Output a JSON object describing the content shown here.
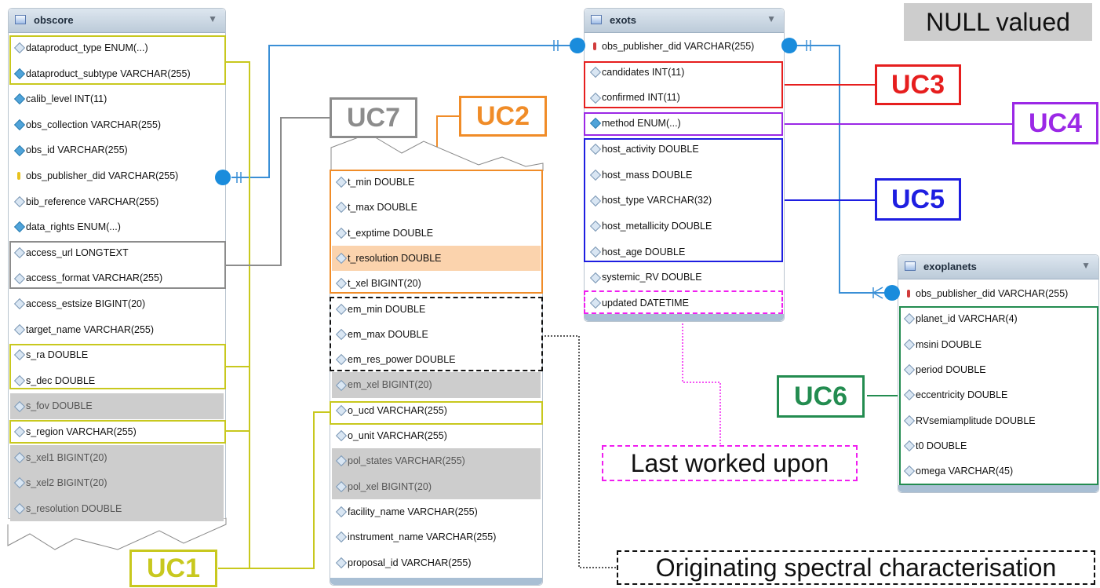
{
  "tables": {
    "obscore": {
      "title": "obscore",
      "arrow": "▼",
      "columns": [
        {
          "name": "dataproduct_type ENUM(...)",
          "icon": "attribute"
        },
        {
          "name": "dataproduct_subtype VARCHAR(255)",
          "icon": "attribute-indexed"
        },
        {
          "name": "calib_level INT(11)",
          "icon": "attribute-indexed"
        },
        {
          "name": "obs_collection VARCHAR(255)",
          "icon": "attribute-indexed"
        },
        {
          "name": "obs_id VARCHAR(255)",
          "icon": "attribute-indexed"
        },
        {
          "name": "obs_publisher_did VARCHAR(255)",
          "icon": "primary-key"
        },
        {
          "name": "bib_reference VARCHAR(255)",
          "icon": "attribute"
        },
        {
          "name": "data_rights ENUM(...)",
          "icon": "attribute-indexed"
        },
        {
          "name": "access_url LONGTEXT",
          "icon": "attribute"
        },
        {
          "name": "access_format VARCHAR(255)",
          "icon": "attribute"
        },
        {
          "name": "access_estsize BIGINT(20)",
          "icon": "attribute"
        },
        {
          "name": "target_name VARCHAR(255)",
          "icon": "attribute"
        },
        {
          "name": "s_ra DOUBLE",
          "icon": "attribute"
        },
        {
          "name": "s_dec DOUBLE",
          "icon": "attribute"
        },
        {
          "name": "s_fov DOUBLE",
          "icon": "attribute",
          "null": true
        },
        {
          "name": "s_region VARCHAR(255)",
          "icon": "attribute"
        },
        {
          "name": "s_xel1 BIGINT(20)",
          "icon": "attribute",
          "null": true
        },
        {
          "name": "s_xel2 BIGINT(20)",
          "icon": "attribute",
          "null": true
        },
        {
          "name": "s_resolution DOUBLE",
          "icon": "attribute",
          "null": true
        }
      ]
    },
    "obscore_cont": {
      "columns": [
        {
          "name": "t_min DOUBLE"
        },
        {
          "name": "t_max DOUBLE"
        },
        {
          "name": "t_exptime DOUBLE"
        },
        {
          "name": "t_resolution DOUBLE",
          "highlight": true
        },
        {
          "name": "t_xel BIGINT(20)"
        },
        {
          "name": "em_min DOUBLE"
        },
        {
          "name": "em_max DOUBLE"
        },
        {
          "name": "em_res_power DOUBLE"
        },
        {
          "name": "em_xel BIGINT(20)",
          "null": true
        },
        {
          "name": "o_ucd VARCHAR(255)"
        },
        {
          "name": "o_unit VARCHAR(255)"
        },
        {
          "name": "pol_states VARCHAR(255)",
          "null": true
        },
        {
          "name": "pol_xel BIGINT(20)",
          "null": true
        },
        {
          "name": "facility_name VARCHAR(255)"
        },
        {
          "name": "instrument_name VARCHAR(255)"
        },
        {
          "name": "proposal_id VARCHAR(255)"
        }
      ]
    },
    "exots": {
      "title": "exots",
      "arrow": "▼",
      "columns": [
        {
          "name": "obs_publisher_did VARCHAR(255)",
          "icon": "foreign-key"
        },
        {
          "name": "candidates INT(11)",
          "icon": "attribute"
        },
        {
          "name": "confirmed INT(11)",
          "icon": "attribute"
        },
        {
          "name": "method ENUM(...)",
          "icon": "attribute-indexed"
        },
        {
          "name": "host_activity DOUBLE",
          "icon": "attribute"
        },
        {
          "name": "host_mass DOUBLE",
          "icon": "attribute"
        },
        {
          "name": "host_type VARCHAR(32)",
          "icon": "attribute"
        },
        {
          "name": "host_metallicity DOUBLE",
          "icon": "attribute"
        },
        {
          "name": "host_age DOUBLE",
          "icon": "attribute"
        },
        {
          "name": "systemic_RV DOUBLE",
          "icon": "attribute"
        },
        {
          "name": "updated DATETIME",
          "icon": "attribute"
        }
      ]
    },
    "exoplanets": {
      "title": "exoplanets",
      "arrow": "▼",
      "columns": [
        {
          "name": "obs_publisher_did VARCHAR(255)",
          "icon": "foreign-key"
        },
        {
          "name": "planet_id VARCHAR(4)",
          "icon": "attribute"
        },
        {
          "name": "msini DOUBLE",
          "icon": "attribute"
        },
        {
          "name": "period DOUBLE",
          "icon": "attribute"
        },
        {
          "name": "eccentricity DOUBLE",
          "icon": "attribute"
        },
        {
          "name": "RVsemiamplitude DOUBLE",
          "icon": "attribute"
        },
        {
          "name": "t0 DOUBLE",
          "icon": "attribute"
        },
        {
          "name": "omega VARCHAR(45)",
          "icon": "attribute"
        }
      ]
    }
  },
  "labels": {
    "uc1": "UC1",
    "uc2": "UC2",
    "uc3": "UC3",
    "uc4": "UC4",
    "uc5": "UC5",
    "uc6": "UC6",
    "uc7": "UC7"
  },
  "legend": {
    "null_valued": "NULL valued",
    "last_worked_upon": "Last worked upon",
    "originating": "Originating spectral characterisation"
  },
  "colors": {
    "uc1": "#c8c81e",
    "uc2": "#f08c28",
    "uc3": "#e61e1e",
    "uc4": "#9b28e6",
    "uc5": "#1e1ee1",
    "uc6": "#238c50",
    "uc7": "#888888",
    "last_worked": "#f01ef0",
    "link": "#1a8cdc"
  }
}
